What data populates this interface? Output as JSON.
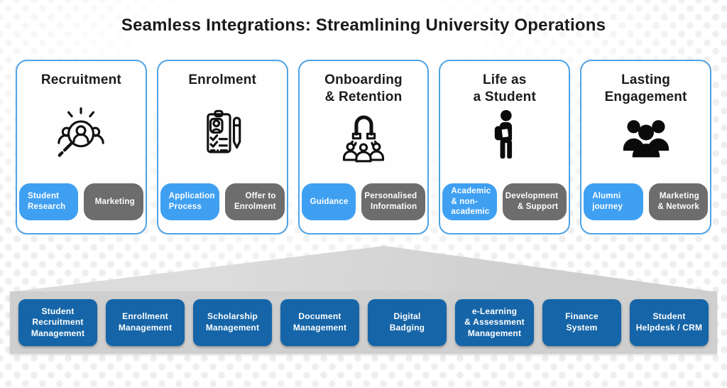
{
  "title": "Seamless Integrations: Streamlining University Operations",
  "colors": {
    "card_border": "#4fa3e5",
    "tag_blue": "#3fa0f2",
    "tag_gray": "#6d6d6d",
    "system_box_blue": "#1565a8",
    "funnel_gray": "#cfcfcf",
    "title_text": "#1a1a1a"
  },
  "stages": [
    {
      "title": "Recruitment",
      "icon": "candidate-search-icon",
      "blue_tag": "Student\nResearch",
      "gray_tag": "Marketing"
    },
    {
      "title": "Enrolment",
      "icon": "application-form-icon",
      "blue_tag": "Application\nProcess",
      "gray_tag": "Offer to\nEnrolment"
    },
    {
      "title": "Onboarding\n& Retention",
      "icon": "retention-magnet-icon",
      "blue_tag": "Guidance",
      "gray_tag": "Personalised\nInformation"
    },
    {
      "title": "Life as\na Student",
      "icon": "walking-student-icon",
      "blue_tag": "Academic\n& non-\nacademic",
      "gray_tag": "Development\n& Support"
    },
    {
      "title": "Lasting\nEngagement",
      "icon": "people-group-icon",
      "blue_tag": "Alumni\njourney",
      "gray_tag": "Marketing\n& Network"
    }
  ],
  "systems": [
    "Student\nRecruitment\nManagement",
    "Enrollment\nManagement",
    "Scholarship\nManagement",
    "Document\nManagement",
    "Digital\nBadging",
    "e-Learning\n& Assessment\nManagement",
    "Finance\nSystem",
    "Student\nHelpdesk / CRM"
  ]
}
